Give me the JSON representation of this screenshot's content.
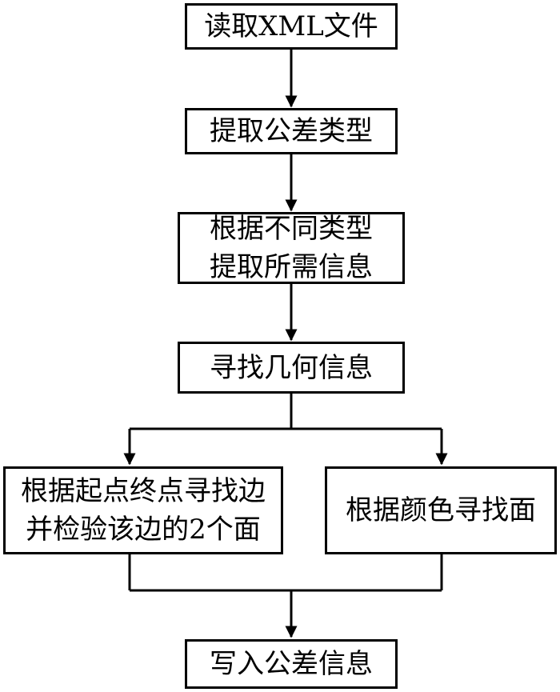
{
  "flowchart": {
    "steps": {
      "read_xml": "读取XML文件",
      "extract_type": "提取公差类型",
      "info_by_type": [
        "根据不同类型",
        "提取所需信息"
      ],
      "find_geometry": "寻找几何信息",
      "find_edge": [
        "根据起点终点寻找边",
        "并检验该边的2个面"
      ],
      "find_face_by_color": "根据颜色寻找面",
      "write_info": "写入公差信息"
    }
  }
}
